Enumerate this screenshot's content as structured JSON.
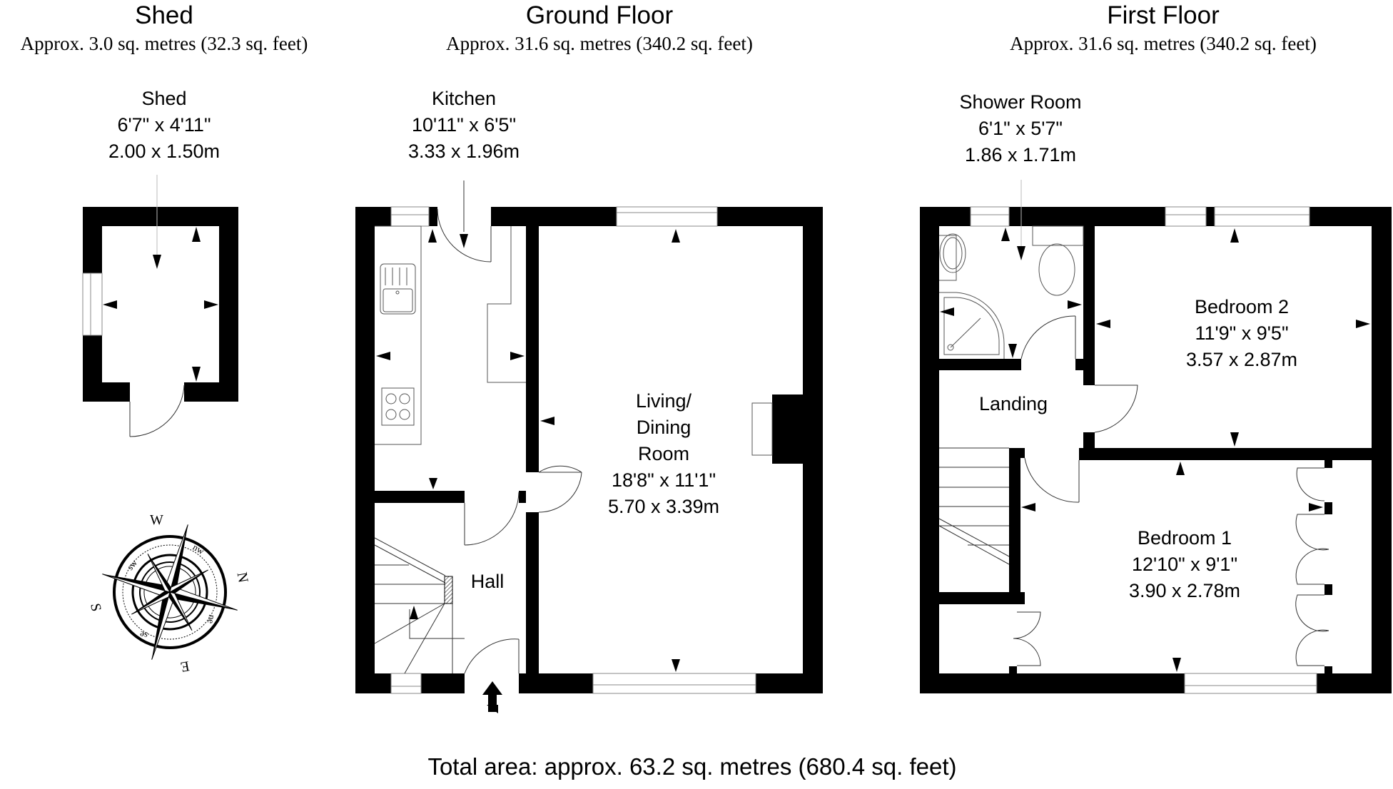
{
  "floors": {
    "shed": {
      "title": "Shed",
      "area": "Approx. 3.0 sq. metres (32.3 sq. feet)"
    },
    "ground": {
      "title": "Ground Floor",
      "area": "Approx. 31.6 sq. metres (340.2 sq. feet)"
    },
    "first": {
      "title": "First Floor",
      "area": "Approx. 31.6 sq. metres (340.2 sq. feet)"
    }
  },
  "rooms": {
    "shed": {
      "name": "Shed",
      "imperial": "6'7\" x 4'11\"",
      "metric": "2.00 x 1.50m"
    },
    "kitchen": {
      "name": "Kitchen",
      "imperial": "10'11\" x 6'5\"",
      "metric": "3.33 x 1.96m"
    },
    "living": {
      "name_line1": "Living/",
      "name_line2": "Dining",
      "name_line3": "Room",
      "imperial": "18'8\" x 11'1\"",
      "metric": "5.70 x 3.39m"
    },
    "hall": {
      "name": "Hall"
    },
    "shower": {
      "name": "Shower Room",
      "imperial": "6'1\" x 5'7\"",
      "metric": "1.86 x 1.71m"
    },
    "landing": {
      "name": "Landing"
    },
    "bedroom2": {
      "name": "Bedroom 2",
      "imperial": "11'9\" x 9'5\"",
      "metric": "3.57 x 2.87m"
    },
    "bedroom1": {
      "name": "Bedroom 1",
      "imperial": "12'10\" x 9'1\"",
      "metric": "3.90 x 2.78m"
    }
  },
  "compass": {
    "n": "N",
    "s": "S",
    "e": "E",
    "w": "W",
    "ne": "ne",
    "nw": "nw",
    "se": "se",
    "sw": "sw"
  },
  "total_area": "Total area: approx. 63.2 sq. metres (680.4 sq. feet)",
  "colors": {
    "wall": "#000000",
    "background": "#ffffff",
    "fixture_line": "#555555",
    "window": "#888888"
  }
}
